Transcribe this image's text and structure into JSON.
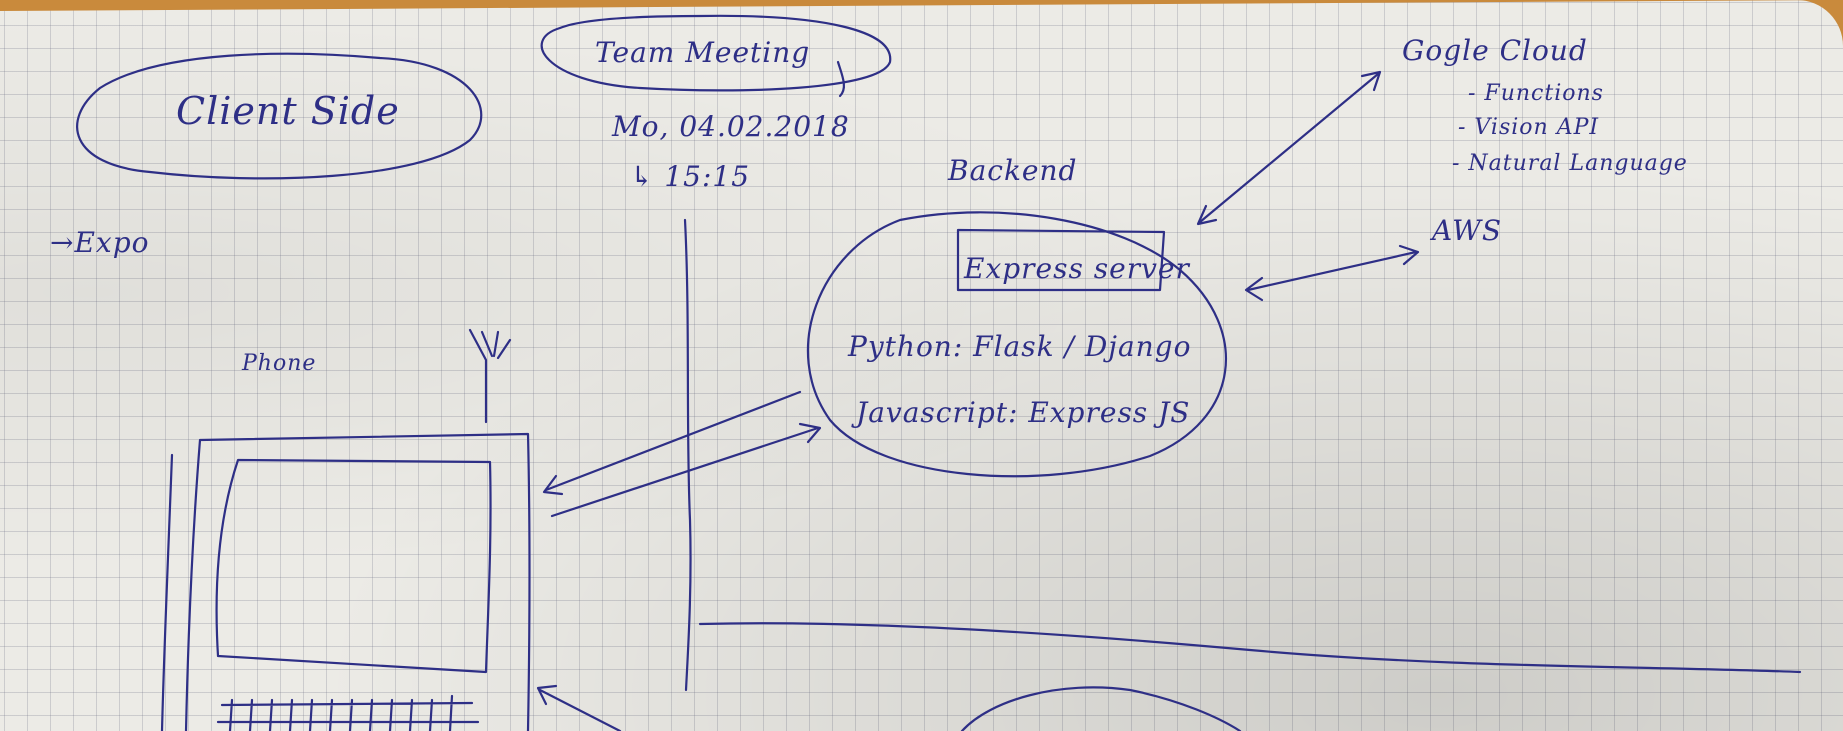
{
  "notes": {
    "client_side": "Client Side",
    "expo": "→Expo",
    "team_meeting": "Team Meeting",
    "date": "Mo, 04.02.2018",
    "time": "↳ 15:15",
    "backend": "Backend",
    "express_server": "Express server",
    "python": "Python: Flask / Django",
    "javascript": "Javascript: Express JS",
    "google_cloud": "Gogle Cloud",
    "functions": "- Functions",
    "vision_api": "- Vision API",
    "natural_language": "- Natural Language",
    "aws": "AWS",
    "phone": "Phone"
  },
  "ink_color": "#2e2f86",
  "paper_color": "#ecebe6"
}
